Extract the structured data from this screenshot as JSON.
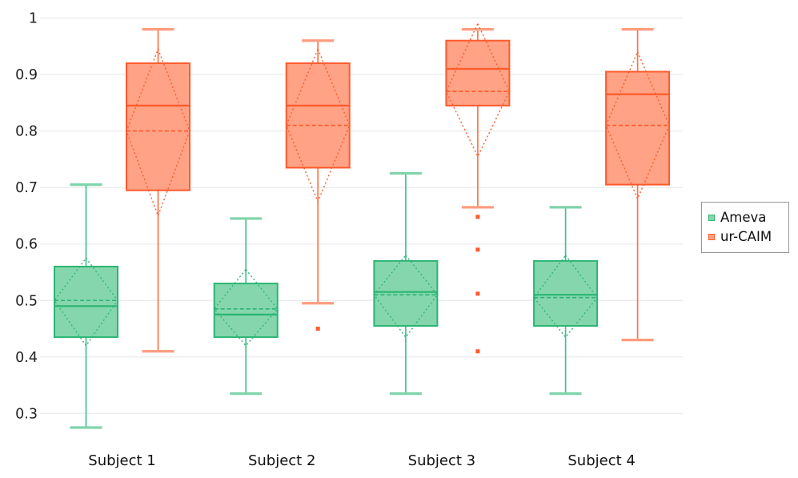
{
  "chart_data": {
    "type": "boxplot",
    "title": "",
    "xlabel": "",
    "ylabel": "",
    "categories": [
      "Subject 1",
      "Subject 2",
      "Subject 3",
      "Subject 4"
    ],
    "y_tick_labels": [
      "1",
      "0.9",
      "0.8",
      "0.7",
      "0.6",
      "0.5",
      "0.4",
      "0.3"
    ],
    "y_ticks": [
      1,
      0.9,
      0.8,
      0.7,
      0.6,
      0.5,
      0.4,
      0.3
    ],
    "ylim": [
      0.25,
      1.0
    ],
    "grid": "horizontal-only",
    "grid_color": "#ededed",
    "legend_position": "right-outside",
    "series": [
      {
        "name": "Ameva",
        "stroke_color": "#2bb573",
        "fill_color": "#85d6ad",
        "whisker_color": "#41c38e",
        "cap_color": "#7fd4ab",
        "boxes": [
          {
            "category": "Subject 1",
            "whisker_low": 0.275,
            "q1": 0.435,
            "median": 0.49,
            "mean": 0.5,
            "q3": 0.56,
            "whisker_high": 0.705,
            "ci_low": 0.42,
            "ci_high": 0.575,
            "outliers": []
          },
          {
            "category": "Subject 2",
            "whisker_low": 0.335,
            "q1": 0.435,
            "median": 0.475,
            "mean": 0.485,
            "q3": 0.53,
            "whisker_high": 0.645,
            "ci_low": 0.42,
            "ci_high": 0.555,
            "outliers": []
          },
          {
            "category": "Subject 3",
            "whisker_low": 0.335,
            "q1": 0.455,
            "median": 0.515,
            "mean": 0.51,
            "q3": 0.57,
            "whisker_high": 0.725,
            "ci_low": 0.435,
            "ci_high": 0.58,
            "outliers": []
          },
          {
            "category": "Subject 4",
            "whisker_low": 0.335,
            "q1": 0.455,
            "median": 0.51,
            "mean": 0.505,
            "q3": 0.57,
            "whisker_high": 0.665,
            "ci_low": 0.435,
            "ci_high": 0.58,
            "outliers": []
          }
        ]
      },
      {
        "name": "ur-CAIM",
        "stroke_color": "#ff5a2b",
        "fill_color": "#ffa285",
        "whisker_color": "#ff7448",
        "cap_color": "#ff9d7d",
        "boxes": [
          {
            "category": "Subject 1",
            "whisker_low": 0.41,
            "q1": 0.695,
            "median": 0.845,
            "mean": 0.8,
            "q3": 0.92,
            "whisker_high": 0.98,
            "ci_low": 0.65,
            "ci_high": 0.945,
            "outliers": []
          },
          {
            "category": "Subject 2",
            "whisker_low": 0.495,
            "q1": 0.735,
            "median": 0.845,
            "mean": 0.81,
            "q3": 0.92,
            "whisker_high": 0.96,
            "ci_low": 0.675,
            "ci_high": 0.945,
            "outliers": [
              0.45
            ]
          },
          {
            "category": "Subject 3",
            "whisker_low": 0.665,
            "q1": 0.845,
            "median": 0.91,
            "mean": 0.87,
            "q3": 0.96,
            "whisker_high": 0.98,
            "ci_low": 0.755,
            "ci_high": 0.99,
            "outliers": [
              0.648,
              0.59,
              0.512,
              0.41
            ]
          },
          {
            "category": "Subject 4",
            "whisker_low": 0.43,
            "q1": 0.705,
            "median": 0.865,
            "mean": 0.81,
            "q3": 0.905,
            "whisker_high": 0.98,
            "ci_low": 0.68,
            "ci_high": 0.94,
            "outliers": []
          }
        ]
      }
    ],
    "axis_text_color": "#222222"
  },
  "legend": {
    "items": [
      {
        "label": "Ameva"
      },
      {
        "label": "ur-CAIM"
      }
    ]
  }
}
